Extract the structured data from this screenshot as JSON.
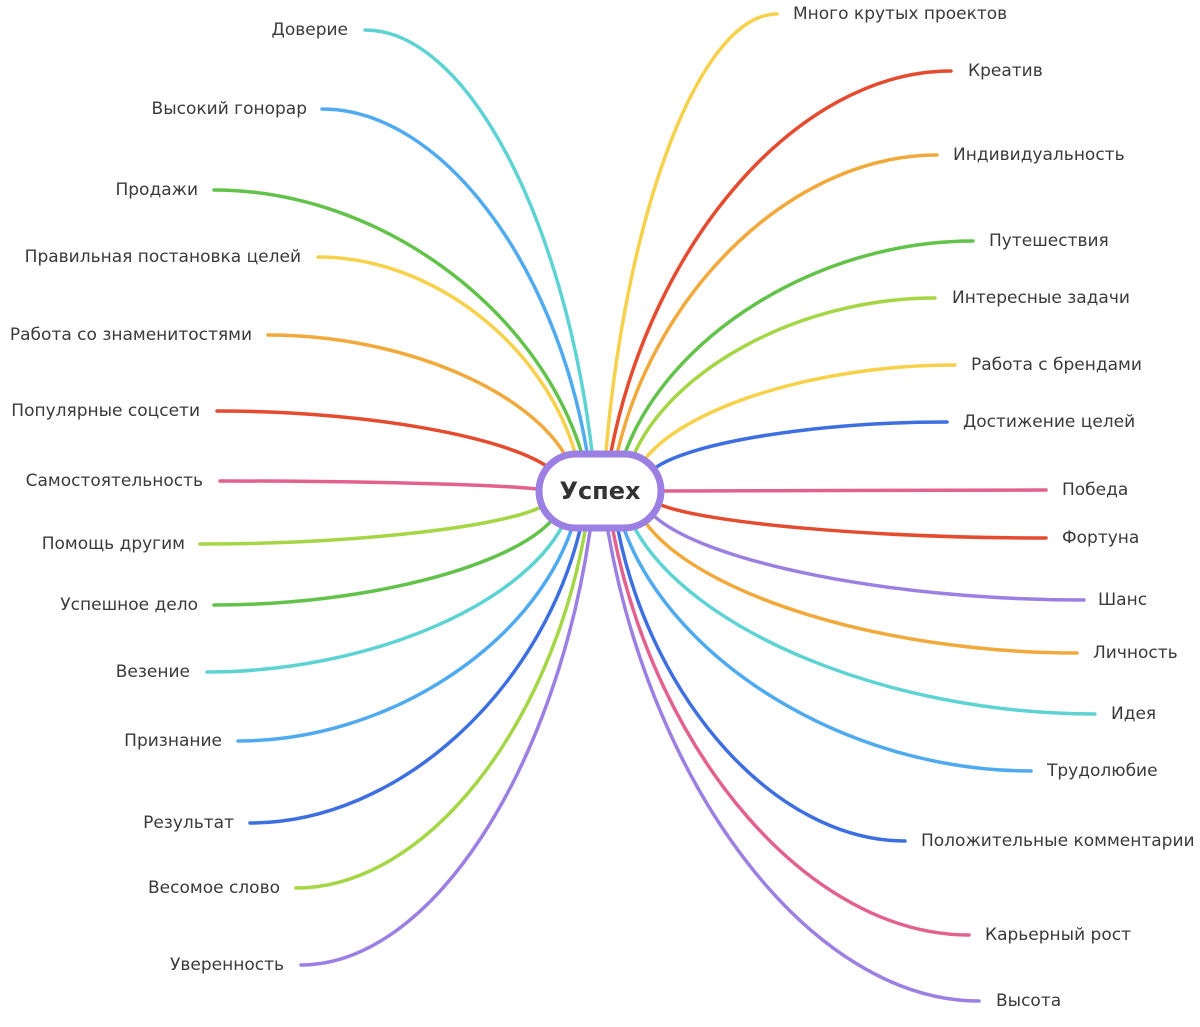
{
  "center": {
    "label": "Успех",
    "border_color": "#9b7fe3"
  },
  "branches": [
    {
      "label": "Доверие",
      "color": "#5ed3d4"
    },
    {
      "label": "Высокий гонорар",
      "color": "#4faaf0"
    },
    {
      "label": "Продажи",
      "color": "#62c24a"
    },
    {
      "label": "Правильная постановка целей",
      "color": "#f7d14a"
    },
    {
      "label": "Работа со знаменитостями",
      "color": "#f2a93b"
    },
    {
      "label": "Популярные соцсети",
      "color": "#e54b2e"
    },
    {
      "label": "Самостоятельность",
      "color": "#e2618e"
    },
    {
      "label": "Помощь другим",
      "color": "#a5d646"
    },
    {
      "label": "Успешное дело",
      "color": "#62c24a"
    },
    {
      "label": "Везение",
      "color": "#5ed3d4"
    },
    {
      "label": "Признание",
      "color": "#4faaf0"
    },
    {
      "label": "Результат",
      "color": "#3d6fe0"
    },
    {
      "label": "Весомое слово",
      "color": "#a5d646"
    },
    {
      "label": "Уверенность",
      "color": "#9b7fe3"
    },
    {
      "label": "Много крутых проектов",
      "color": "#f7d14a"
    },
    {
      "label": "Креатив",
      "color": "#e54b2e"
    },
    {
      "label": "Индивидуальность",
      "color": "#f2a93b"
    },
    {
      "label": "Путешествия",
      "color": "#62c24a"
    },
    {
      "label": "Интересные задачи",
      "color": "#a5d646"
    },
    {
      "label": "Работа с брендами",
      "color": "#f7d14a"
    },
    {
      "label": "Достижение целей",
      "color": "#3d6fe0"
    },
    {
      "label": "Победа",
      "color": "#e2618e"
    },
    {
      "label": "Фортуна",
      "color": "#e54b2e"
    },
    {
      "label": "Шанс",
      "color": "#9b7fe3"
    },
    {
      "label": "Личность",
      "color": "#f2a93b"
    },
    {
      "label": "Идея",
      "color": "#5ed3d4"
    },
    {
      "label": "Трудолюбие",
      "color": "#4faaf0"
    },
    {
      "label": "Положительные комментарии",
      "color": "#3d6fe0"
    },
    {
      "label": "Карьерный рост",
      "color": "#e2618e"
    },
    {
      "label": "Высота",
      "color": "#9b7fe3"
    }
  ]
}
